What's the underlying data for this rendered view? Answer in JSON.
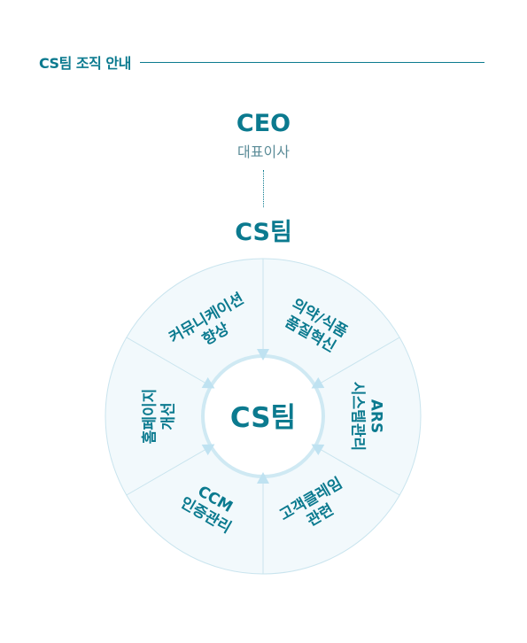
{
  "header": {
    "title": "CS팀 조직 안내"
  },
  "ceo": {
    "title": "CEO",
    "subtitle": "대표이사"
  },
  "team": {
    "title": "CS팀"
  },
  "wheel": {
    "center": "CS팀",
    "segments": [
      {
        "lines": [
          "의약/식품",
          "품질혁신"
        ]
      },
      {
        "lines": [
          "ARS",
          "시스템관리"
        ]
      },
      {
        "lines": [
          "고객클레임",
          "관련"
        ]
      },
      {
        "lines": [
          "CCM",
          "인증관리"
        ]
      },
      {
        "lines": [
          "홈페이지",
          "개선"
        ]
      },
      {
        "lines": [
          "커뮤니케이션",
          "향상"
        ]
      }
    ]
  },
  "colors": {
    "primary": "#0b7a8f",
    "wheel_fill": "#f2f9fc",
    "wheel_border": "#c9e4ee",
    "inner_ring": "#cfe9f3",
    "arrow": "#bfe2f1"
  }
}
